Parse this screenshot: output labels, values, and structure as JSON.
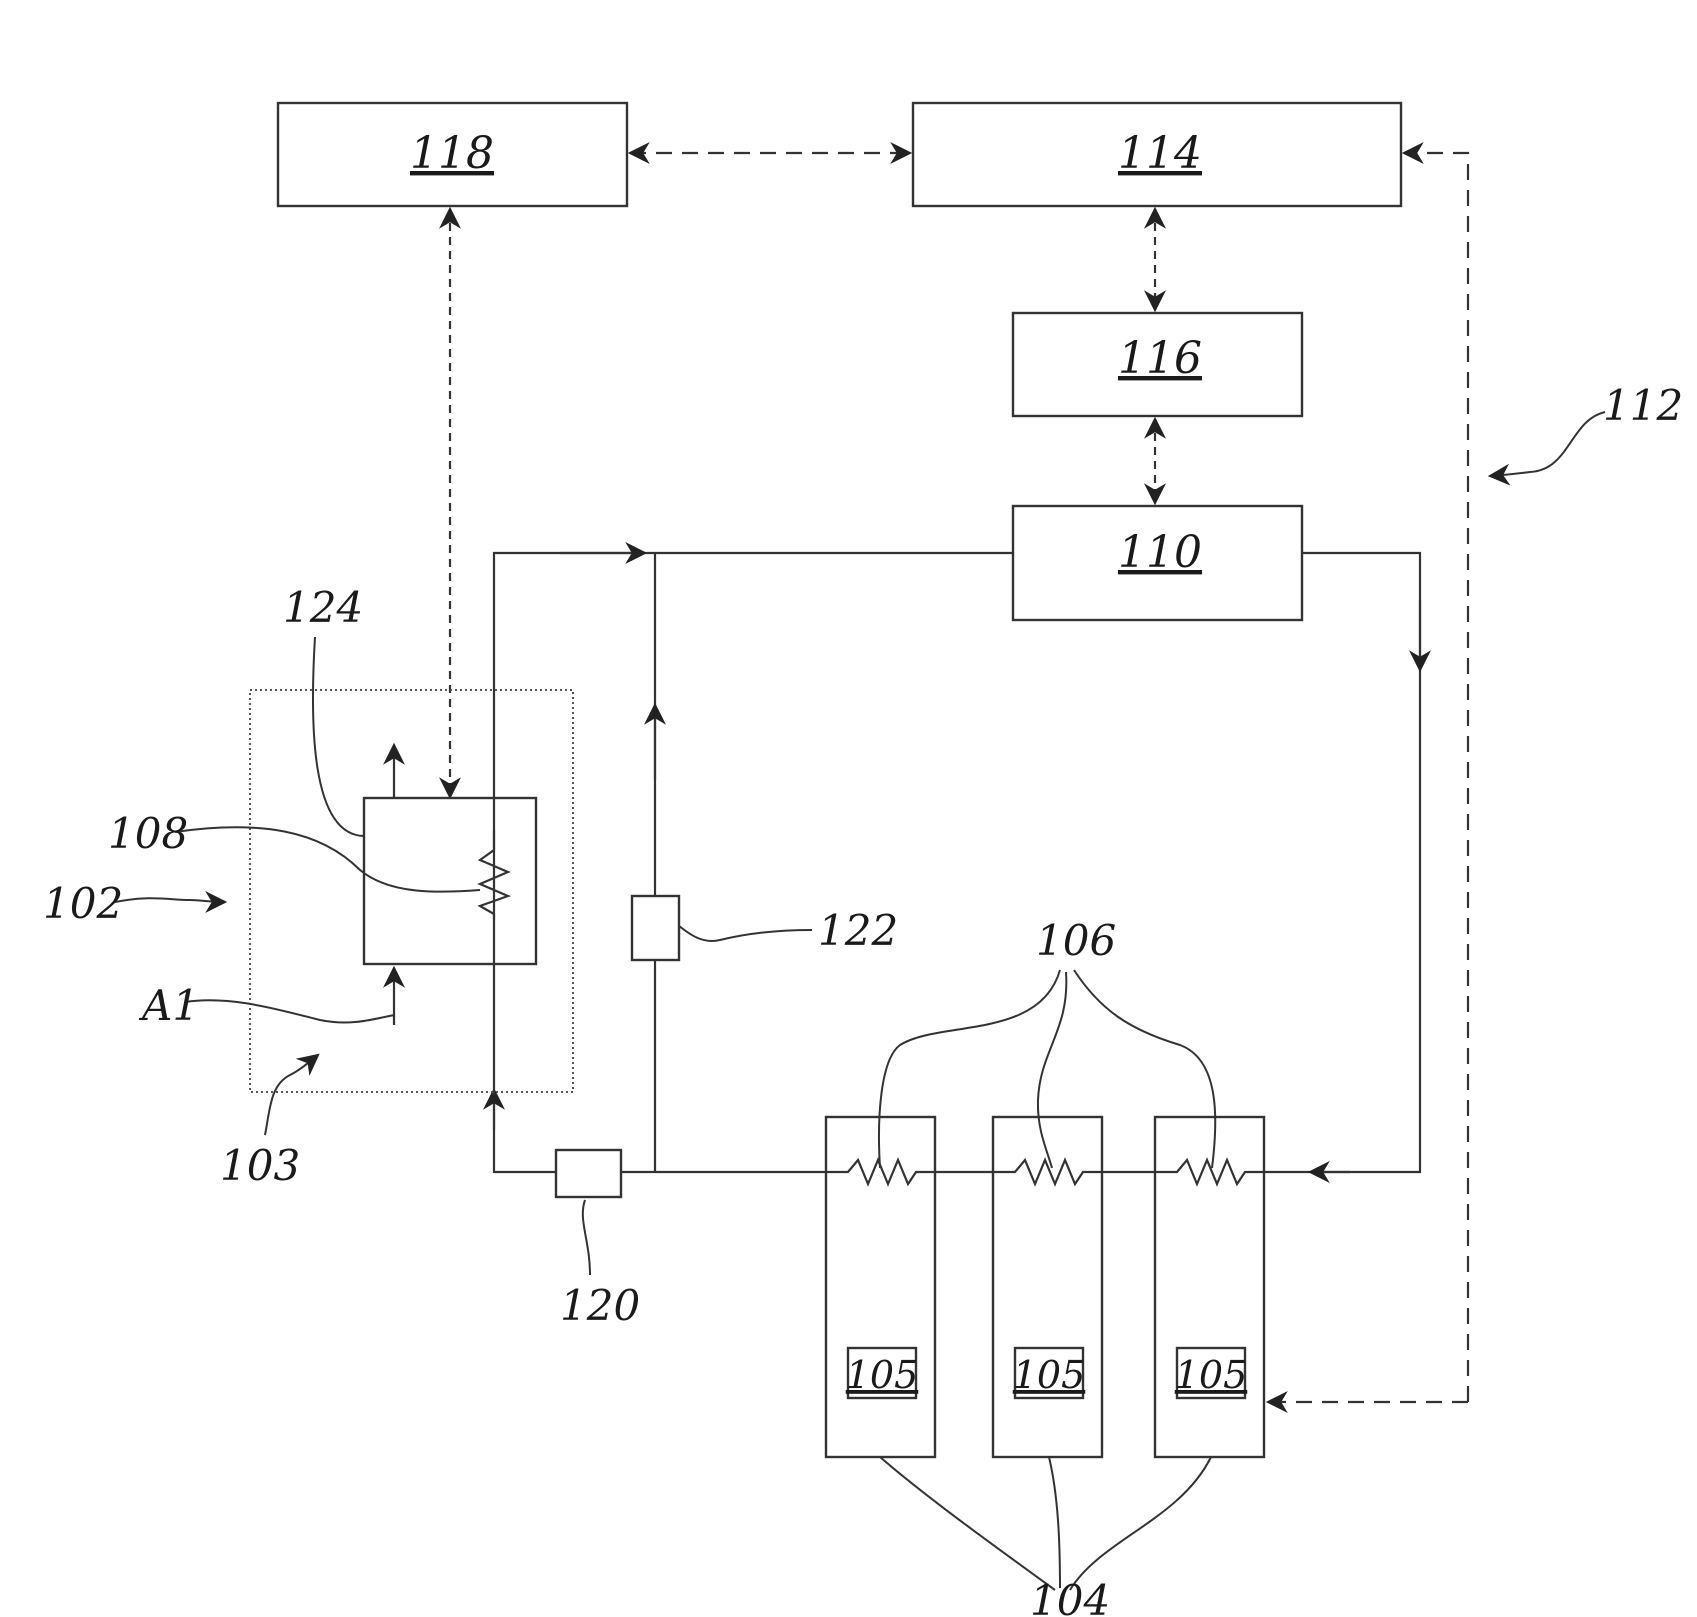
{
  "figure": {
    "boxes": {
      "b118": "118",
      "b114": "114",
      "b116": "116",
      "b110": "110"
    },
    "refs": {
      "r112": "112",
      "r124": "124",
      "r108": "108",
      "r102": "102",
      "rA1": "A1",
      "r103": "103",
      "r122": "122",
      "r106": "106",
      "r120": "120",
      "r104": "104"
    },
    "cells": [
      "105",
      "105",
      "105"
    ]
  }
}
